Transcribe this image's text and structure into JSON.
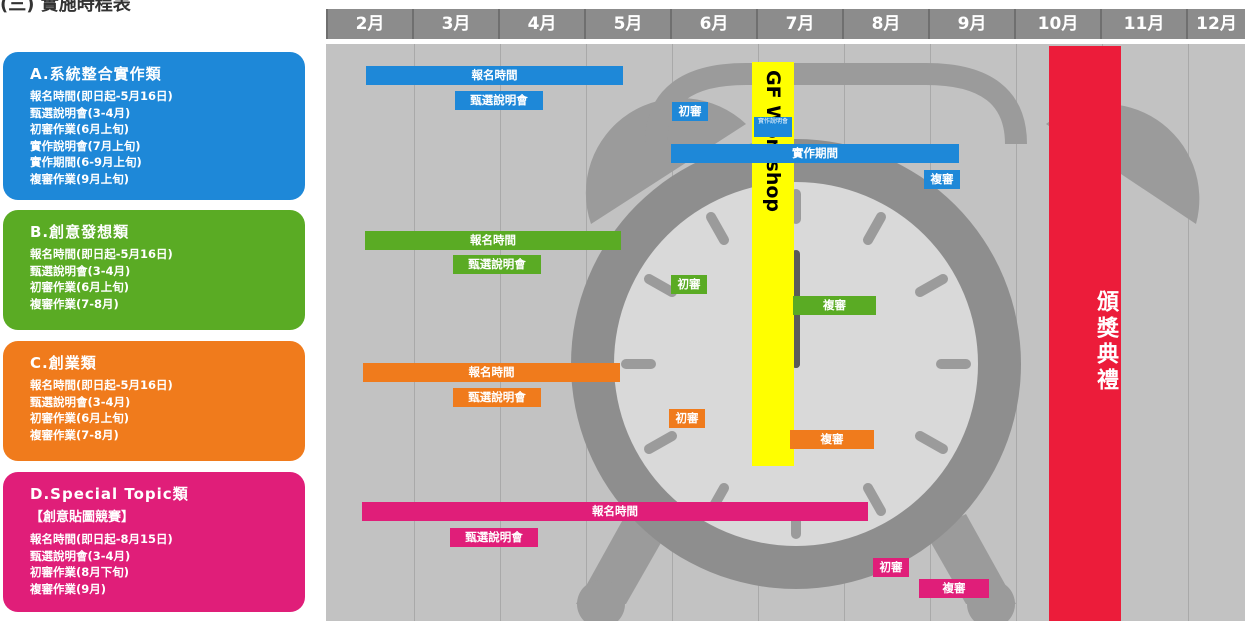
{
  "heading": "(三) 實施時程表",
  "months": [
    "2月",
    "3月",
    "4月",
    "5月",
    "6月",
    "7月",
    "8月",
    "9月",
    "10月",
    "11月",
    "12月"
  ],
  "gf_workshop": "GF Workshop",
  "award_ceremony": "頒獎典禮",
  "small_label": "實作說明會",
  "colors": {
    "blue": "#1e88d8",
    "green": "#5aab24",
    "orange": "#f07b1c",
    "pink": "#e01e79",
    "yellow": "#ffff00",
    "red": "#ec1c3a"
  },
  "categories": [
    {
      "title": "A.系統整合實作類",
      "subtitle": "",
      "items": [
        "報名時間(即日起-5月16日)",
        "甄選說明會(3-4月)",
        "初審作業(6月上旬)",
        "實作說明會(7月上旬)",
        "實作期間(6-9月上旬)",
        "複審作業(9月上旬)"
      ],
      "bars": {
        "signup": "報名時間",
        "briefing": "甄選說明會",
        "initial": "初審",
        "impl": "實作期間",
        "review": "複審"
      }
    },
    {
      "title": "B.創意發想類",
      "subtitle": "",
      "items": [
        "報名時間(即日起-5月16日)",
        "甄選說明會(3-4月)",
        "初審作業(6月上旬)",
        "複審作業(7-8月)"
      ],
      "bars": {
        "signup": "報名時間",
        "briefing": "甄選說明會",
        "initial": "初審",
        "review": "複審"
      }
    },
    {
      "title": "C.創業類",
      "subtitle": "",
      "items": [
        "報名時間(即日起-5月16日)",
        "甄選說明會(3-4月)",
        "初審作業(6月上旬)",
        "複審作業(7-8月)"
      ],
      "bars": {
        "signup": "報名時間",
        "briefing": "甄選說明會",
        "initial": "初審",
        "review": "複審"
      }
    },
    {
      "title": "D.Special Topic類",
      "subtitle": "【創意貼圖競賽】",
      "items": [
        "報名時間(即日起-8月15日)",
        "甄選說明會(3-4月)",
        "初審作業(8月下旬)",
        "複審作業(9月)"
      ],
      "bars": {
        "signup": "報名時間",
        "briefing": "甄選說明會",
        "initial": "初審",
        "review": "複審"
      }
    }
  ]
}
